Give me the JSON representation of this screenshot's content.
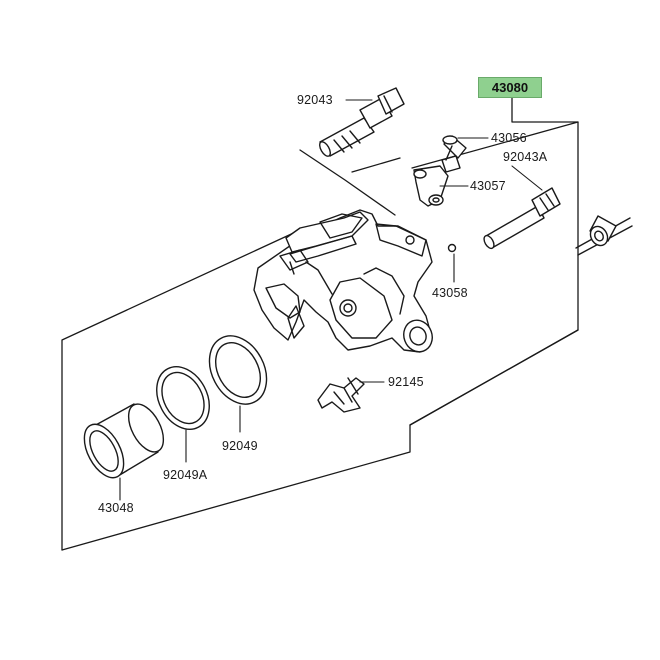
{
  "assembly": {
    "number": "43080",
    "highlight_color": "#8fd08f"
  },
  "parts": [
    {
      "id": "p1",
      "number": "92043"
    },
    {
      "id": "p2",
      "number": "43056"
    },
    {
      "id": "p3",
      "number": "92043A"
    },
    {
      "id": "p4",
      "number": "43057"
    },
    {
      "id": "p5",
      "number": "43058"
    },
    {
      "id": "p6",
      "number": "92145"
    },
    {
      "id": "p7",
      "number": "92049"
    },
    {
      "id": "p8",
      "number": "92049A"
    },
    {
      "id": "p9",
      "number": "43048"
    }
  ],
  "colors": {
    "line": "#1a1a1a",
    "background": "#ffffff"
  }
}
